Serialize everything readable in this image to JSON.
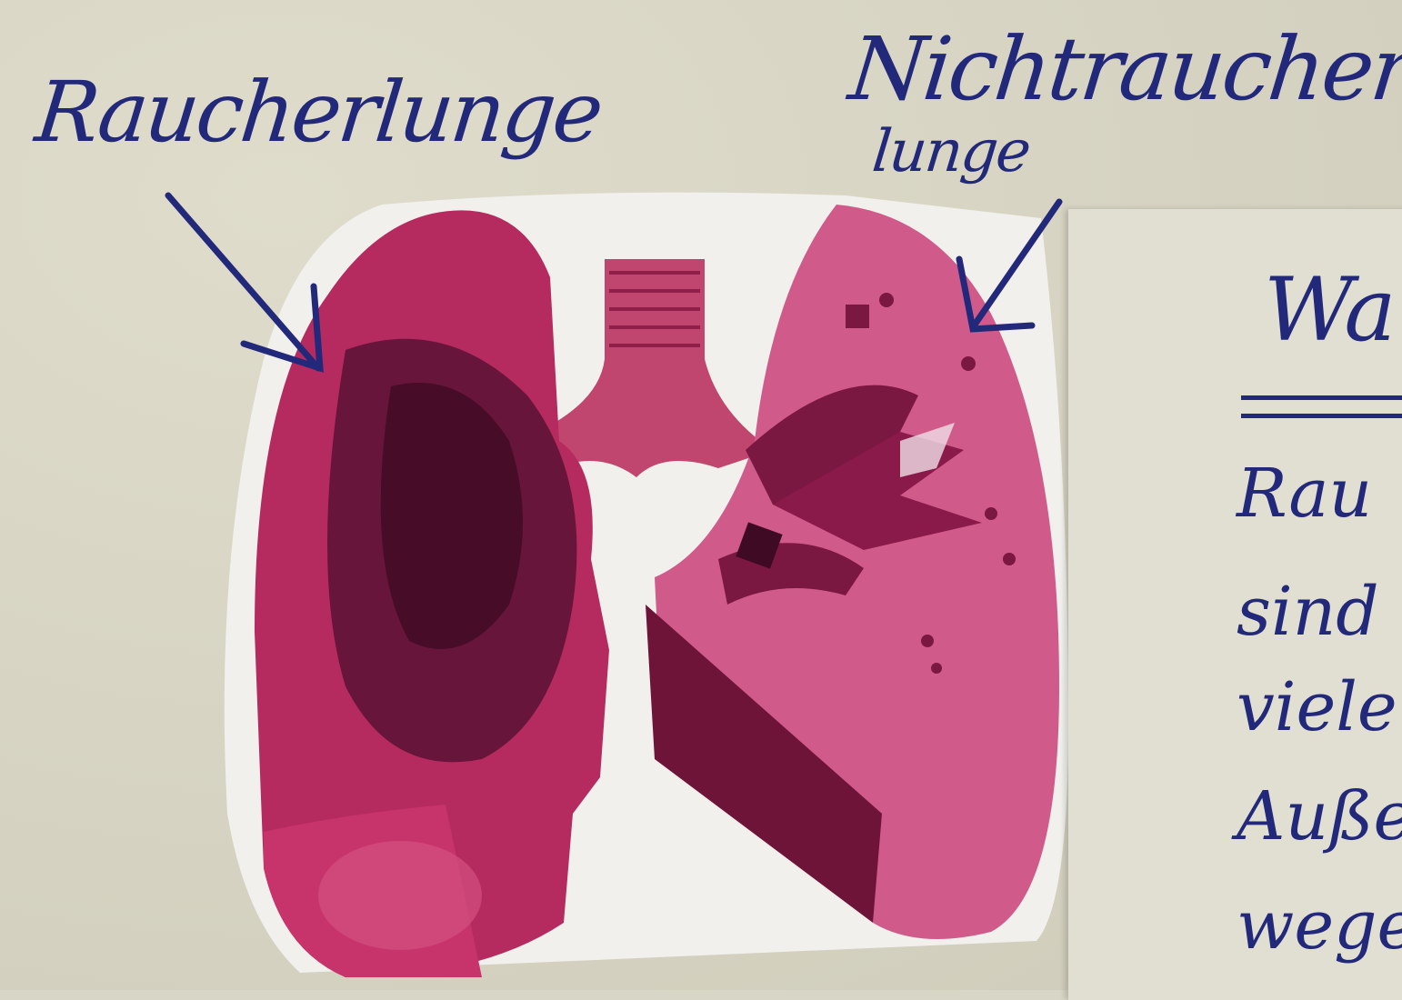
{
  "labels": {
    "smoker_lung": "Raucherlunge",
    "nonsmoker_lung_line1": "Nichtraucher-",
    "nonsmoker_lung_line2": "lunge"
  },
  "side_sheet": {
    "heading": "Wa",
    "lines": [
      "Rau",
      "sind",
      "viele",
      "Außer",
      "wege"
    ]
  },
  "colors": {
    "ink": "#23297a",
    "paper": "#d8d6c6",
    "lung_dark": "#9a1f4e",
    "lung_light": "#cf5f8c",
    "smoke_damage": "#4a0f2a"
  }
}
